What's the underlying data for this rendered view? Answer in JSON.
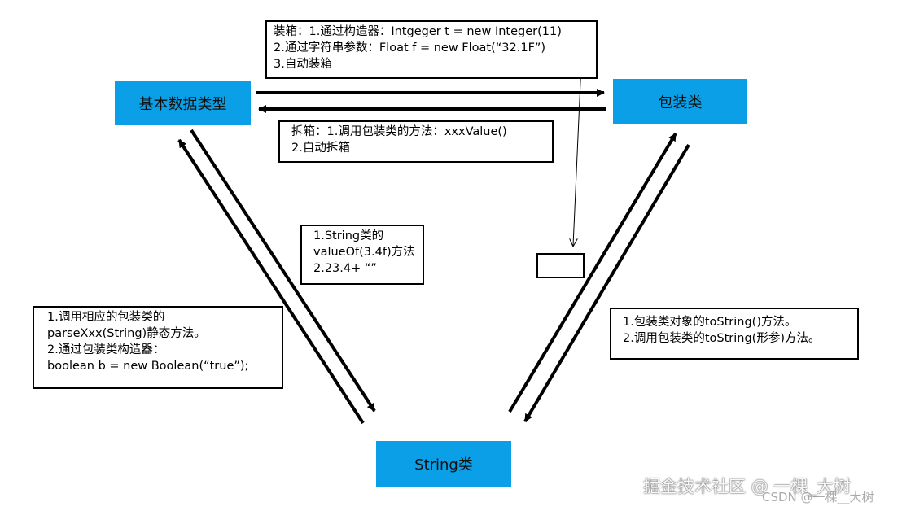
{
  "nodes": {
    "primitive": "基本数据类型",
    "wrapper": "包装类",
    "string": "String类"
  },
  "notes": {
    "boxing": [
      "装箱：1.通过构造器：Intgeger t = new Integer(11)",
      "2.通过字符串参数：Float f = new Float(“32.1F”)",
      "3.自动装箱"
    ],
    "unboxing": [
      "拆箱：1.调用包装类的方法：xxxValue()",
      "2.自动拆箱"
    ],
    "primitive_to_string": [
      "1.String类的",
      "valueOf(3.4f)方法",
      "2.23.4+ “”"
    ],
    "string_to_primitive": [
      "1.调用相应的包装类的",
      "parseXxx(String)静态方法。",
      "2.通过包装类构造器：",
      "boolean b = new Boolean(“true”);"
    ],
    "wrapper_to_string": [
      "1.包装类对象的toString()方法。",
      "2.调用包装类的toString(形参)方法。"
    ]
  },
  "watermark": {
    "main": "掘金技术社区 @ 一棵_大树",
    "sub": "CSDN @一棵__大树"
  }
}
